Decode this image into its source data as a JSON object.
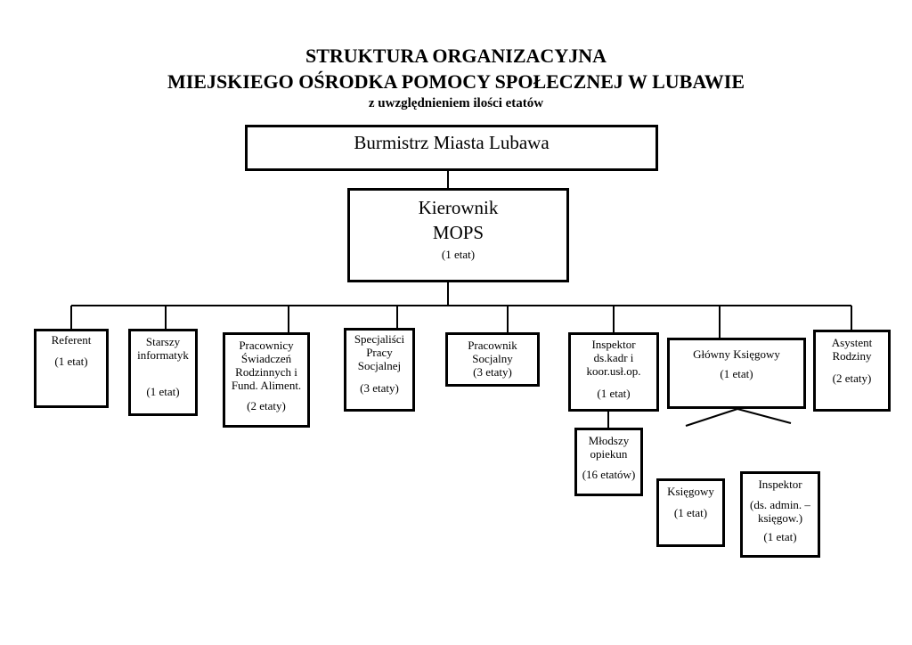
{
  "title": {
    "line1": "STRUKTURA ORGANIZACYJNA",
    "line2": "MIEJSKIEGO OŚRODKA POMOCY SPOŁECZNEJ W LUBAWIE",
    "line3": "z uwzględnieniem ilości etatów"
  },
  "burmistrz": {
    "name": "Burmistrz Miasta Lubawa"
  },
  "kierownik": {
    "name1": "Kierownik",
    "name2": "MOPS",
    "etat": "(1 etat)"
  },
  "departments": {
    "referent": {
      "name": "Referent",
      "etat": "(1 etat)"
    },
    "informatyk": {
      "name1": "Starszy",
      "name2": "informatyk",
      "etat": "(1 etat)"
    },
    "swiadczenia": {
      "name1": "Pracownicy",
      "name2": "Świadczeń",
      "name3": "Rodzinnych i",
      "name4": "Fund. Aliment.",
      "etat": "(2 etaty)"
    },
    "specjalisci": {
      "name1": "Specjaliści",
      "name2": "Pracy",
      "name3": "Socjalnej",
      "etat": "(3 etaty)"
    },
    "pracownik": {
      "name1": "Pracownik",
      "name2": "Socjalny",
      "etat": "(3 etaty)"
    },
    "inspektor_kadr": {
      "name1": "Inspektor",
      "name2": "ds.kadr i",
      "name3": "koor.usł.op.",
      "etat": "(1 etat)"
    },
    "glowny_ksiegowy": {
      "name": "Główny Księgowy",
      "etat": "(1 etat)"
    },
    "asystent": {
      "name1": "Asystent",
      "name2": "Rodziny",
      "etat": "(2 etaty)"
    }
  },
  "sub": {
    "mlodszy_opiekun": {
      "name1": "Młodszy",
      "name2": "opiekun",
      "etat": "(16 etatów)"
    },
    "ksiegowy": {
      "name": "Księgowy",
      "etat": "(1 etat)"
    },
    "inspektor_admin": {
      "name1": "Inspektor",
      "name2": "(ds. admin. –",
      "name3": "księgow.)",
      "etat": "(1 etat)"
    }
  }
}
